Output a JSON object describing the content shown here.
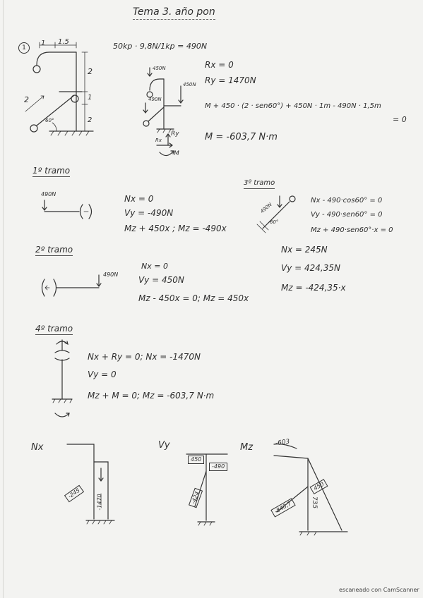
{
  "page": {
    "title": "Tema 3. año pon",
    "footer": "escaneado con CamScanner"
  },
  "problem": {
    "number": "1",
    "dims": {
      "top_a": "1",
      "top_b": "1.5",
      "right_a": "2",
      "right_b": "1",
      "right_c": "2",
      "diag": "2",
      "angle": "60°"
    },
    "conversion": "50kp · 9,8N/1kp = 490N",
    "fbd_labels": {
      "load_top": "450N",
      "load_right": "450N",
      "load_left": "490N",
      "ry": "Ry",
      "rx": "Rx",
      "m": "M"
    },
    "equilibrium": {
      "rx": "Rx = 0",
      "ry": "Ry = 1470N",
      "moment": "M + 450 · (2 · sen60°) + 450N · 1m - 490N · 1,5m",
      "moment_end": "= 0",
      "result": "M = -603,7 N·m"
    }
  },
  "sections": [
    {
      "title": "1º tramo",
      "load": "490N",
      "eqs": [
        "Nx = 0",
        "Vy = -490N",
        "Mz + 450x ; Mz = -490x"
      ]
    },
    {
      "title": "2º tramo",
      "load": "490N",
      "eqs": [
        "Nx = 0",
        "Vy = 450N",
        "Mz - 450x = 0; Mz = 450x"
      ]
    },
    {
      "title": "3º tramo",
      "load": "490N",
      "angle": "60°",
      "eqs": [
        "Nx - 490·cos60° = 0",
        "Vy - 490·sen60° = 0",
        "Mz + 490·sen60°·x = 0"
      ],
      "results": [
        "Nx = 245N",
        "Vy = 424,35N",
        "Mz = -424,35·x"
      ]
    },
    {
      "title": "4º tramo",
      "eqs": [
        "Nx + Ry = 0; Nx = -1470N",
        "Vy = 0",
        "Mz + M = 0; Mz = -603,7 N·m"
      ]
    }
  ],
  "diagrams": {
    "nx": {
      "label": "Nx",
      "values": [
        "-1470",
        "-245"
      ]
    },
    "vy": {
      "label": "Vy",
      "values": [
        "450",
        "-490",
        "-424"
      ]
    },
    "mz": {
      "label": "Mz",
      "values": [
        "-603",
        "450",
        "-848,7",
        "735"
      ]
    }
  }
}
